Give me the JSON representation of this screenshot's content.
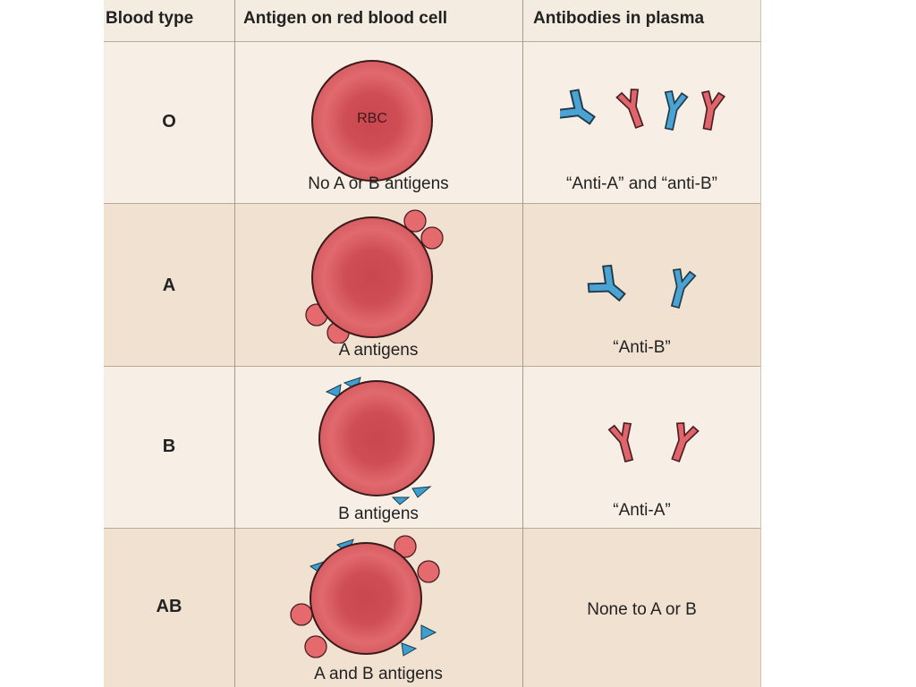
{
  "headers": {
    "blood_type": "Blood type",
    "antigen": "Antigen on red blood cell",
    "antibodies": "Antibodies in plasma"
  },
  "rows": [
    {
      "type": "O",
      "antigen_caption": "No A or B antigens",
      "antibody_caption": "“Anti-A” and “anti-B”",
      "cell_label": "RBC"
    },
    {
      "type": "A",
      "antigen_caption": "A antigens",
      "antibody_caption": "“Anti-B”"
    },
    {
      "type": "B",
      "antigen_caption": "B antigens",
      "antibody_caption": "“Anti-A”"
    },
    {
      "type": "AB",
      "antigen_caption": "A and B antigens",
      "antibody_caption": "None to A or B"
    }
  ],
  "colors": {
    "cell": "#d9545a",
    "cell_edge": "#3a1a1a",
    "a_antigen": "#e56a6e",
    "b_antigen": "#3d9fd0",
    "anti_a": "#e0646b",
    "anti_b": "#4aa3d2"
  }
}
